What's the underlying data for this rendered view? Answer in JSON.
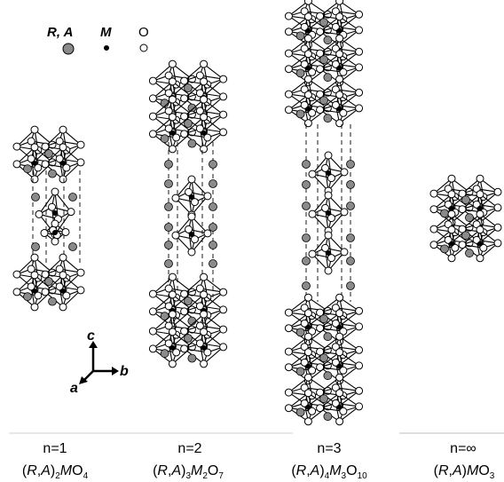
{
  "legend": {
    "items": [
      {
        "label": "R, A",
        "marker": "large-grey-circle",
        "color": "#8a8a8a"
      },
      {
        "label": "M",
        "marker": "small-black-dot",
        "color": "#000000"
      },
      {
        "label": "O",
        "marker": "small-open-circle",
        "color": "#ffffff"
      }
    ]
  },
  "axes": {
    "c": "c",
    "b": "b",
    "a": "a"
  },
  "structures": [
    {
      "n_label": "n=1",
      "formula": {
        "p1": "(",
        "R": "R",
        "comma": ",",
        "A": "A",
        "p2": ")",
        "s1": "2",
        "M": "M",
        "O": "O",
        "s2": "4",
        "s3": ""
      }
    },
    {
      "n_label": "n=2",
      "formula": {
        "p1": "(",
        "R": "R",
        "comma": ",",
        "A": "A",
        "p2": ")",
        "s1": "3",
        "M": "M",
        "s_m": "2",
        "O": "O",
        "s2": "7"
      }
    },
    {
      "n_label": "n=3",
      "formula": {
        "p1": "(",
        "R": "R",
        "comma": ",",
        "A": "A",
        "p2": ")",
        "s1": "4",
        "M": "M",
        "s_m": "3",
        "O": "O",
        "s2": "10"
      }
    },
    {
      "n_label": "n=∞",
      "formula": {
        "p1": "(",
        "R": "R",
        "comma": ",",
        "A": "A",
        "p2": ")",
        "M": "M",
        "O": "O",
        "s2": "3"
      }
    }
  ],
  "colors": {
    "ra_atom": "#8a8a8a",
    "m_atom": "#000000",
    "o_atom": "#ffffff",
    "bond": "#000000"
  }
}
